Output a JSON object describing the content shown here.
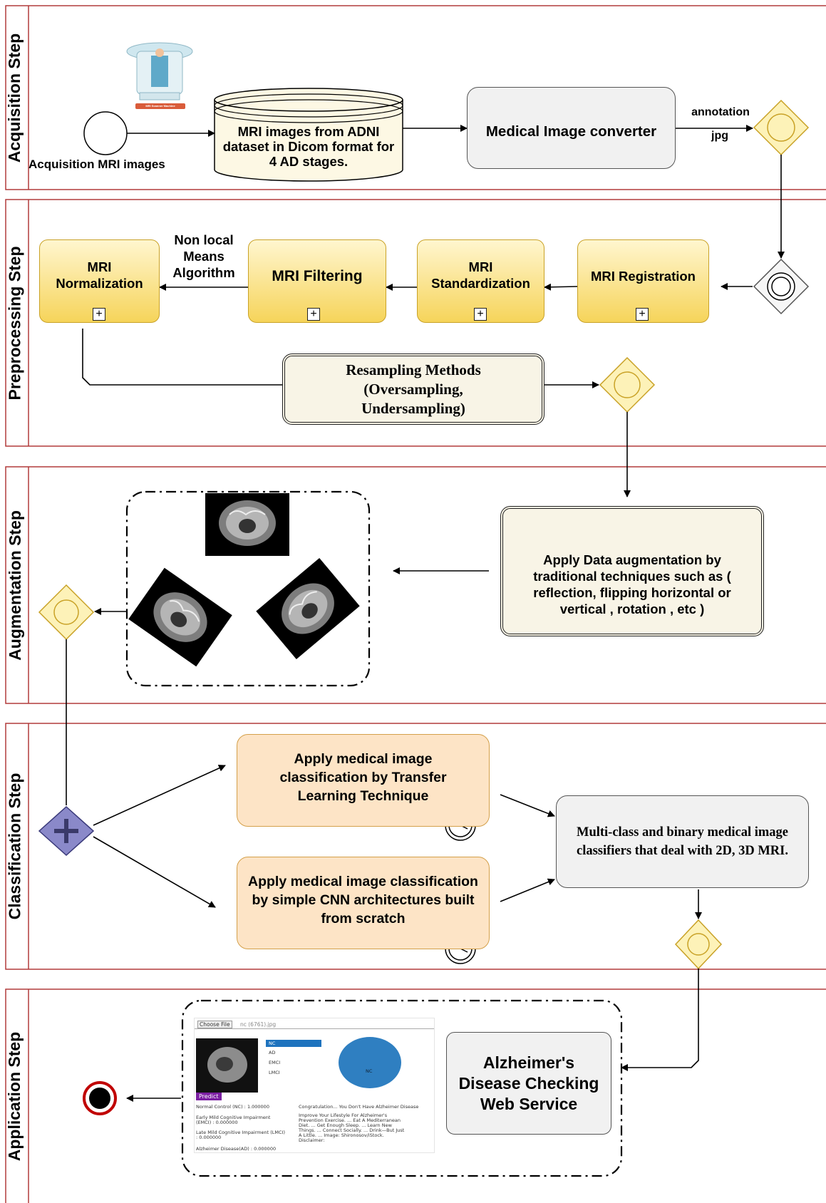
{
  "lanes": {
    "acquisition": "Acquisition Step",
    "preprocessing": "Preprocessing Step",
    "augmentation": "Augmentation Step",
    "classification": "Classification Step",
    "application": "Application Step"
  },
  "acquisition": {
    "machine_caption": "MRI Scanner Machine",
    "start_label": "Acquisition MRI images",
    "datastore_text": "MRI images from ADNI dataset in Dicom format for 4 AD stages.",
    "converter_text": "Medical Image converter",
    "annotation_label": "annotation",
    "format_label": "jpg"
  },
  "preprocessing": {
    "normalization": "MRI Normalization",
    "algorithm_note": "Non local Means Algorithm",
    "filtering": "MRI Filtering",
    "standardization": "MRI Standardization",
    "registration": "MRI Registration",
    "resampling": "Resampling Methods (Oversampling, Undersampling)",
    "subprocess_marker": "+"
  },
  "augmentation": {
    "task_text": "Apply Data augmentation by traditional techniques such as ( reflection, flipping horizontal or vertical , rotation , etc )"
  },
  "classification": {
    "transfer_task": "Apply medical image classification by Transfer Learning Technique",
    "cnn_task": "Apply medical image classification by simple CNN architectures built from scratch",
    "classifiers_text": "Multi-class and binary medical image classifiers that deal with 2D, 3D MRI."
  },
  "application": {
    "web_service": "Alzheimer's Disease Checking Web Service",
    "screenshot": {
      "choose_file": "Choose File",
      "file_name": "nc (6761).jpg",
      "options": [
        "NC",
        "AD",
        "EMCI",
        "LMCI"
      ],
      "predict": "Predict",
      "pie_label": "NC",
      "results": [
        "Normal Control (NC) : 1.000000",
        "Early Mild Cognitive Impairment (EMCI) : 0.000000",
        "Late Mild Cognitive Impairment (LMCI) : 0.000000",
        "Alzheimer Disease(AD) : 0.000000"
      ],
      "message": "Congratulation... You Don't Have Alzheimer Disease",
      "advice": "Improve Your Lifestyle For Alzheimer's Prevention Exercise. ... Eat A Mediterranean Diet. ... Get Enough Sleep. ... Learn New Things. ... Connect Socially. ... Drink—But Just A Little. ... Image: Shironosov/iStock. Disclaimer:"
    }
  },
  "colors": {
    "lane_border": "#b23b3b",
    "gateway_fill": "#fdf2b8",
    "gateway_stroke": "#c9a227",
    "task_gold": "#f6d45a",
    "task_orange": "#fde4c6",
    "parallel_gateway": "#8a89c9",
    "end_event": "#c00000",
    "pie": "#2f7fc1"
  }
}
